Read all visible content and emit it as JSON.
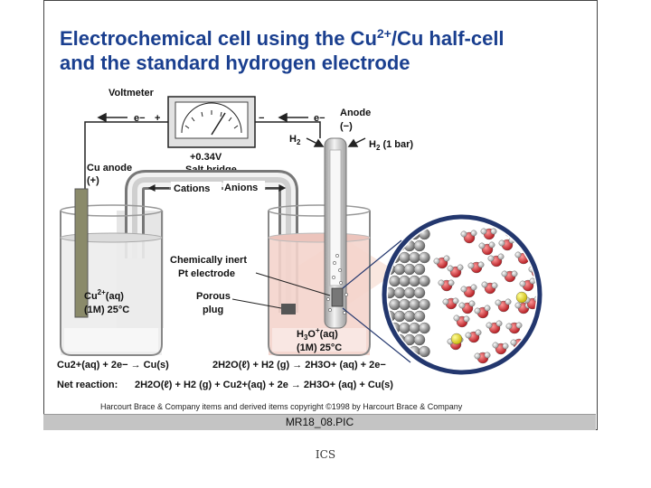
{
  "title": {
    "line1": "Electrochemical cell using the Cu",
    "line1_sup": "2+",
    "line1_end": "/Cu half-cell",
    "line2": "and the standard hydrogen electrode"
  },
  "labels": {
    "voltmeter": "Voltmeter",
    "e_left": "e−",
    "plus": "+",
    "minus": "−",
    "e_right": "e−",
    "anode": "Anode",
    "anode_sign": "(−)",
    "h2": "H",
    "h2_sub": "2",
    "h2_bar": "H",
    "h2_bar_sub": "2",
    "h2_bar_end": " (1 bar)",
    "voltage": "+0.34V",
    "salt_bridge": "Salt bridge",
    "cu_anode": "Cu anode",
    "cu_anode_sign": "(+)",
    "cations": "Cations",
    "anions": "Anions",
    "chem_inert_1": "Chemically inert",
    "chem_inert_2": "Pt electrode",
    "cu_aq_1": "Cu",
    "cu_aq_sup": "2+",
    "cu_aq_end": "(aq)",
    "cu_aq_2": "(1M) 25°C",
    "porous_1": "Porous",
    "porous_2": "plug",
    "h3o_1": "H",
    "h3o_sub": "3",
    "h3o_mid": "O",
    "h3o_sup": "+",
    "h3o_end": "(aq)",
    "h3o_2": "(1M) 25°C"
  },
  "equations": {
    "left": "Cu2+(aq) + 2e− → Cu(s)",
    "right": "2H2O(ℓ) + H2 (g) → 2H3O+ (aq) + 2e−",
    "net_label": "Net reaction:",
    "net": "2H2O(ℓ) + H2 (g) + Cu2+(aq) + 2e → 2H3O+ (aq) + Cu(s)"
  },
  "copyright": "Harcourt Brace & Company items and derived items copyright ©1998 by Harcourt Brace & Company",
  "caption": "MR18_08.PIC",
  "footer": "ICS",
  "colors": {
    "title": "#1a3f8f",
    "electrode": "#8a8a6a",
    "liquid_left": "#e6e6e6",
    "liquid_right": "#f4d4cc",
    "wire": "#222222",
    "zoom_ring": "#23376e"
  }
}
